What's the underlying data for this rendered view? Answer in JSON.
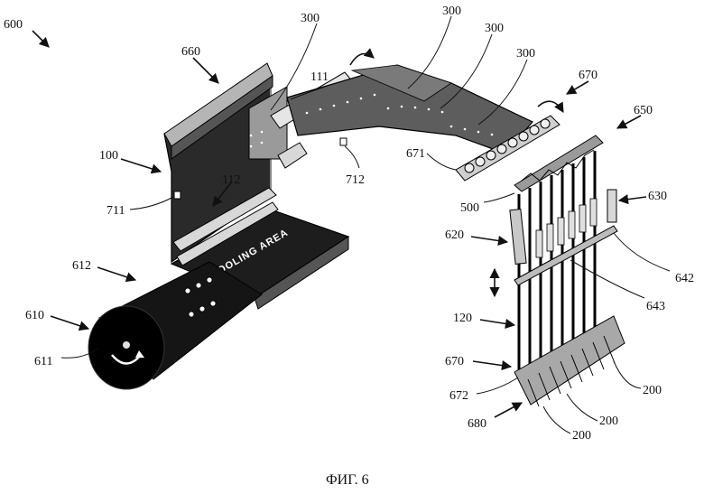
{
  "figure": {
    "caption": "ФИГ. 6",
    "cooling_area_text": "COOLING AREA",
    "labels": {
      "l600": "600",
      "l660": "660",
      "l300a": "300",
      "l300b": "300",
      "l300c": "300",
      "l300d": "300",
      "l111": "111",
      "l670top": "670",
      "l650": "650",
      "l100": "100",
      "l112": "112",
      "l711": "711",
      "l712": "712",
      "l671": "671",
      "l630": "630",
      "l500": "500",
      "l620": "620",
      "l612": "612",
      "l642": "642",
      "l643": "643",
      "l610": "610",
      "l120": "120",
      "l611": "611",
      "l670bot": "670",
      "l200a": "200",
      "l672": "672",
      "l200b": "200",
      "l680": "680",
      "l200c": "200"
    }
  }
}
